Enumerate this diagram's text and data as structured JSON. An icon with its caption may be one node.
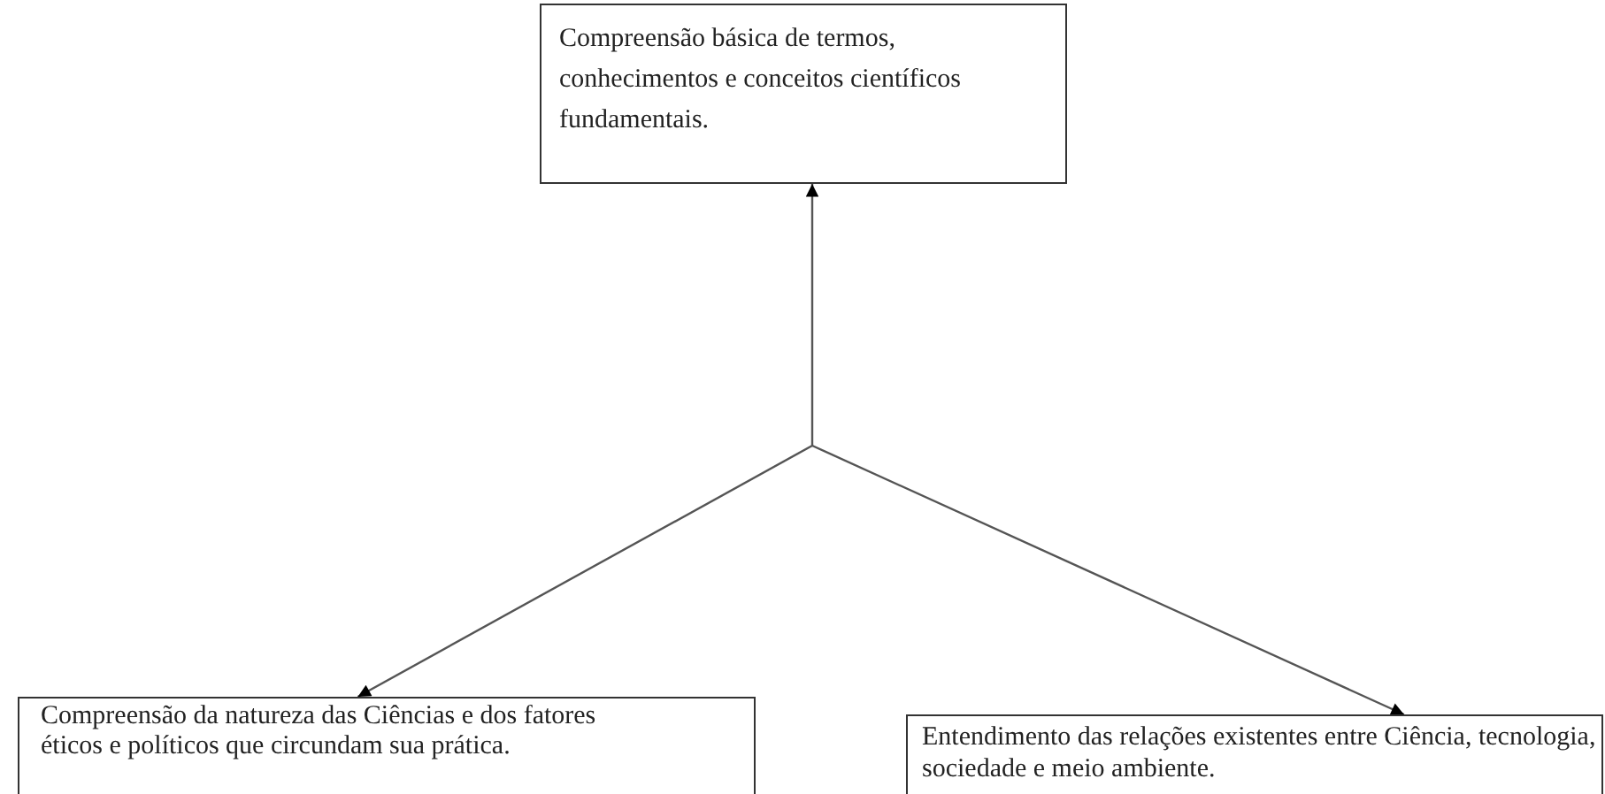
{
  "diagram": {
    "nodes": [
      {
        "text": [
          "Compreensão básica de termos, conhecimentos e conceitos científicos fundamentais."
        ]
      },
      {
        "text": [
          "Compreensão da natureza das Ciências e dos fatores éticos e políticos que circundam sua prática."
        ]
      },
      {
        "text": [
          "Entendimento das relações existentes entre Ciência, tecnologia, sociedade e meio ambiente."
        ]
      }
    ],
    "edges": [
      {
        "from": null,
        "to": 0,
        "arrow": "to"
      },
      {
        "from": null,
        "to": 1,
        "arrow": "to"
      },
      {
        "from": null,
        "to": 2,
        "arrow": "to"
      }
    ]
  }
}
